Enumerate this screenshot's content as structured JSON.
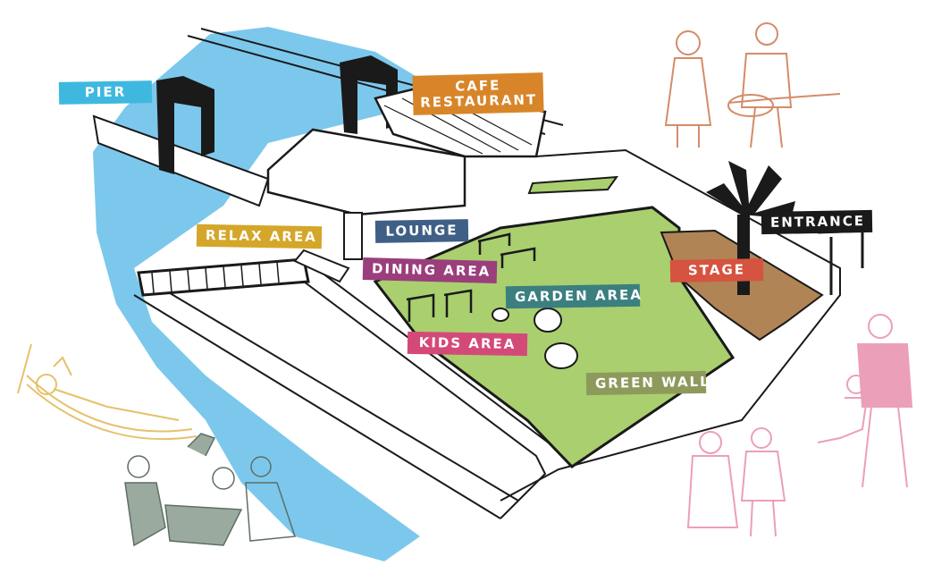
{
  "map": {
    "colors": {
      "water": "#7cc8ec",
      "lawn": "#a9cf6f",
      "stage_floor": "#b08454",
      "ink": "#1a1a1a",
      "pier": "#3fb8e0",
      "cafe": "#d8852a",
      "relax": "#d4a62a",
      "lounge": "#3f5f86",
      "dining": "#9a3e7c",
      "garden": "#3b7f7f",
      "kids": "#d34a79",
      "green_wall": "#8e9a5c",
      "stage": "#d5533f",
      "entrance": "#1a1a1a",
      "musicians": "#d48c6a",
      "family": "#ec9fb8",
      "hammock": "#e5c26b",
      "friends": "#9aaa9e"
    },
    "labels": {
      "pier": "PIER",
      "cafe_line1": "CAFE",
      "cafe_line2": "RESTAURANT",
      "relax_area": "RELAX AREA",
      "lounge": "LOUNGE",
      "dining_area": "DINING AREA",
      "garden_area": "GARDEN AREA",
      "kids_area": "KIDS AREA",
      "green_wall": "GREEN WALL",
      "stage": "STAGE",
      "entrance": "ENTRANCE"
    },
    "illustrations": [
      "musicians-illustration",
      "family-illustration",
      "hammock-illustration",
      "friends-toasting-illustration",
      "palm-tree-icon"
    ]
  }
}
